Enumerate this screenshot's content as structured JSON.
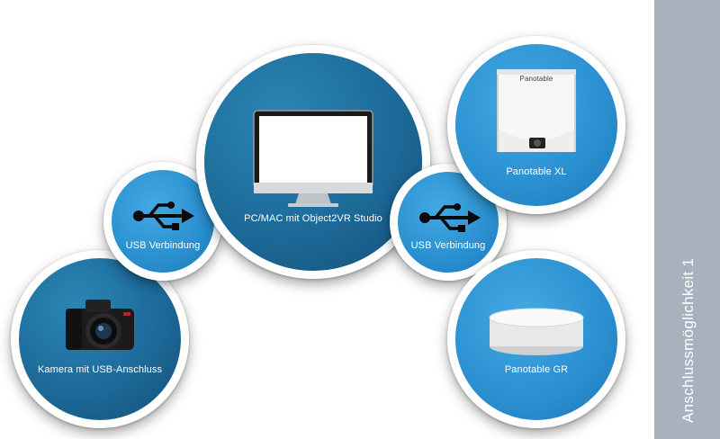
{
  "nodes": {
    "camera": {
      "label": "Kamera mit USB-Anschluss"
    },
    "usb_left": {
      "label": "USB Verbindung"
    },
    "computer": {
      "label": "PC/MAC mit Object2VR Studio"
    },
    "usb_right": {
      "label": "USB Verbindung"
    },
    "panotable_xl": {
      "label": "Panotable XL",
      "brand_text": "Panotable"
    },
    "panotable_gr": {
      "label": "Panotable GR"
    }
  },
  "sidebar": {
    "title": "Anschlussmöglichkeit 1"
  },
  "colors": {
    "dark_blue": "#1d6a99",
    "light_blue": "#2a8fd0",
    "sidebar": "#a8b2bf"
  }
}
